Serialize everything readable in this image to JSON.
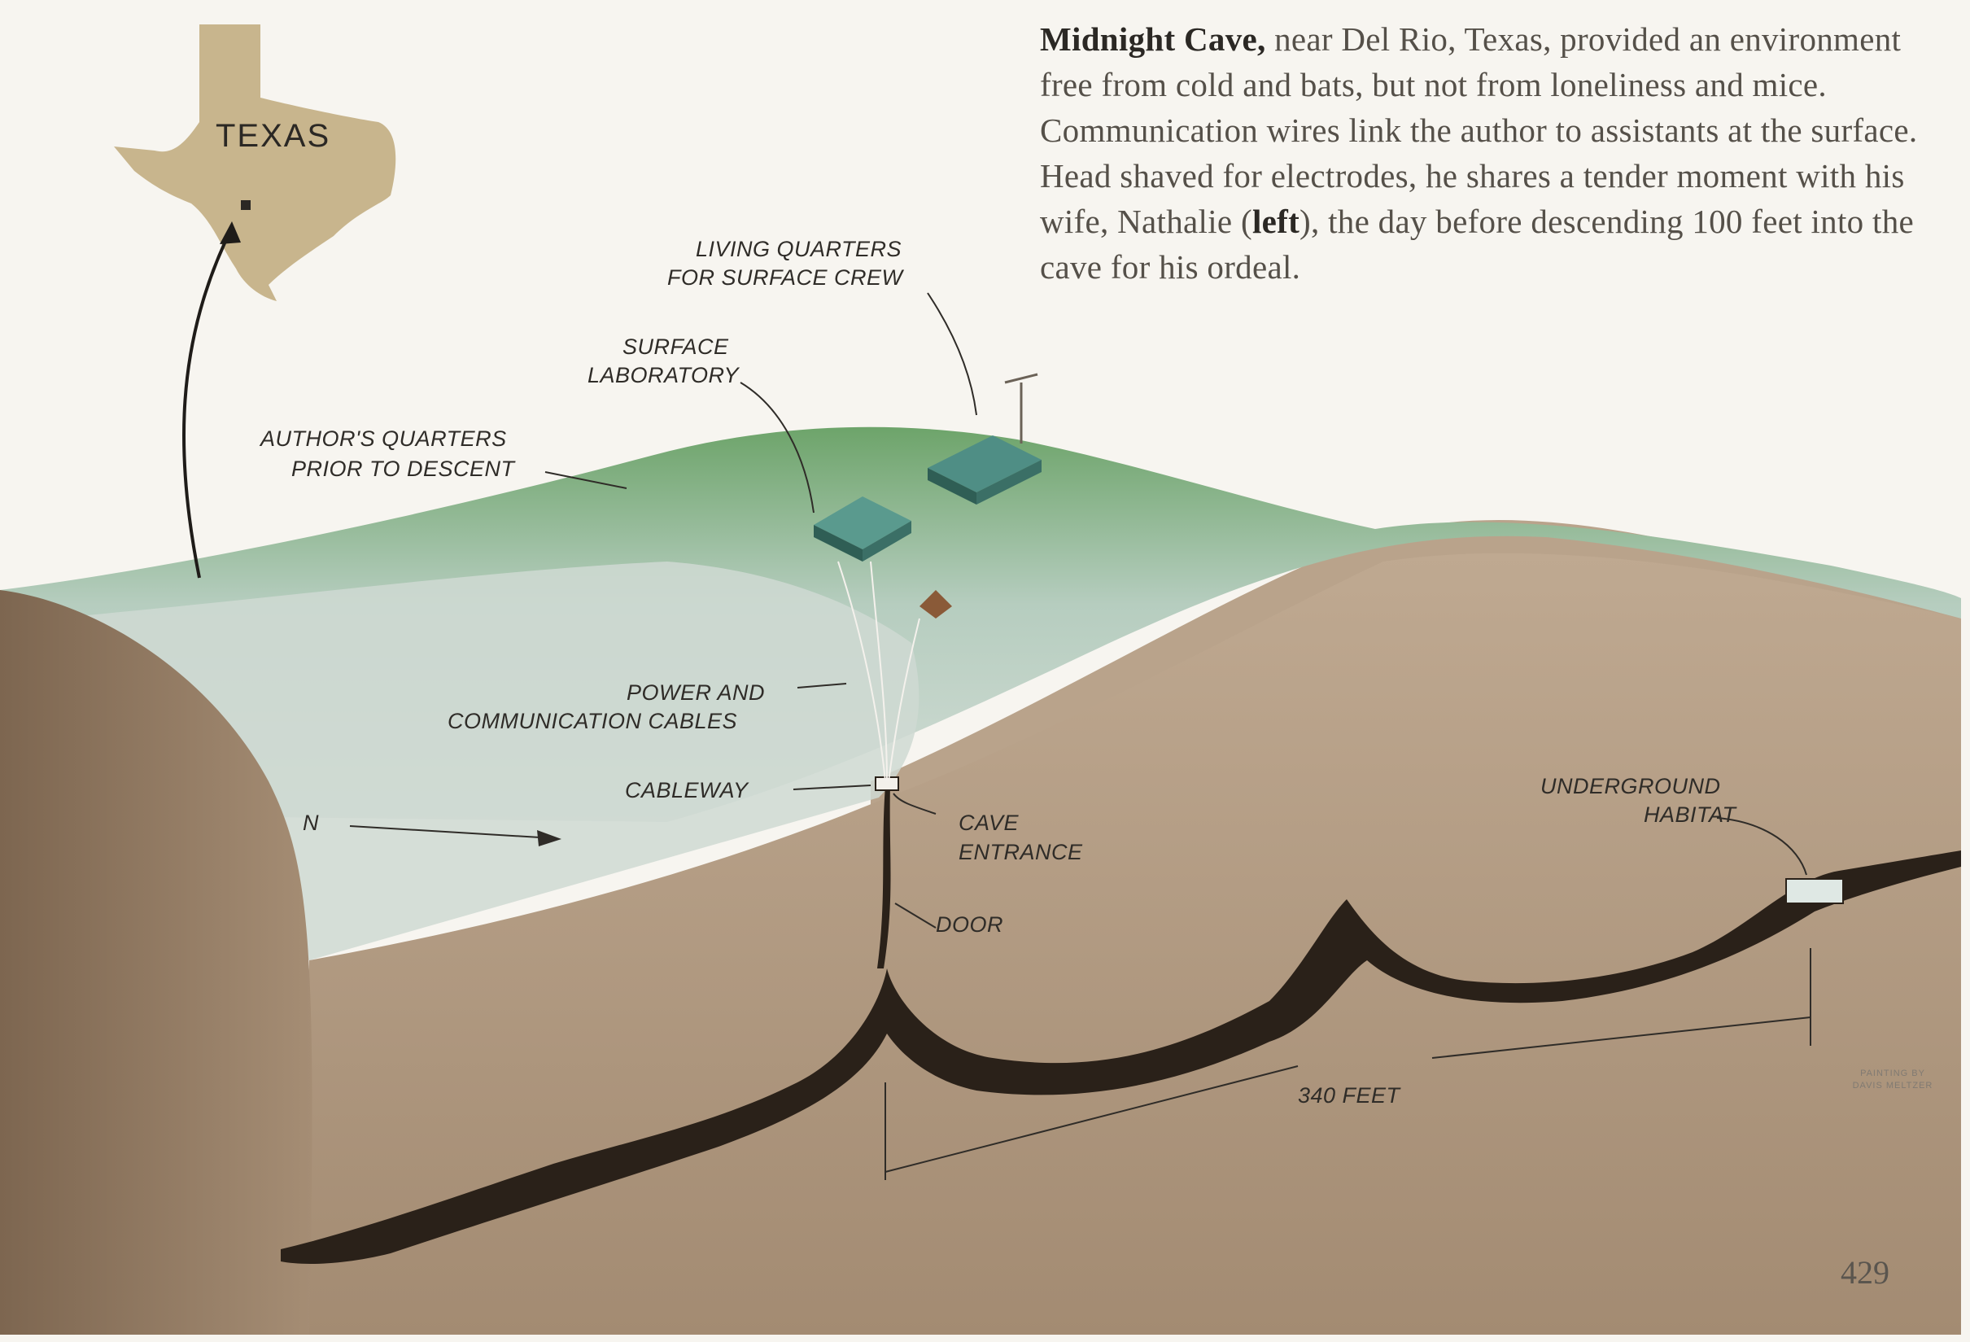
{
  "caption": {
    "lead": "Midnight Cave,",
    "text_before_bold": " near Del Rio, Texas, provided an environment free from cold and bats, but not from loneliness and mice. Communication wires link the author to assistants at the surface. Head shaved for electrodes, he shares a tender moment with his wife, Nathalie (",
    "bold": "left",
    "text_after_bold": "), the day before descending 100 feet into the cave for his ordeal."
  },
  "inset_map": {
    "state_label": "TEXAS"
  },
  "labels": {
    "living_quarters_1": "LIVING QUARTERS",
    "living_quarters_2": "FOR SURFACE CREW",
    "surface_lab_1": "SURFACE",
    "surface_lab_2": "LABORATORY",
    "authors_quarters_1": "AUTHOR'S QUARTERS",
    "authors_quarters_2": "PRIOR TO DESCENT",
    "power_cables_1": "POWER AND",
    "power_cables_2": "COMMUNICATION CABLES",
    "cableway": "CABLEWAY",
    "north": "N",
    "cave_entrance_1": "CAVE",
    "cave_entrance_2": "ENTRANCE",
    "door": "DOOR",
    "habitat_1": "UNDERGROUND",
    "habitat_2": "HABITAT",
    "distance": "340 FEET"
  },
  "credit": {
    "line1": "PAINTING BY",
    "line2": "DAVIS MELTZER"
  },
  "page_number": "429",
  "colors": {
    "vegetation": "#3f8f3c",
    "ground_light": "#c9d8cf",
    "earth": "#b39d87",
    "earth_dark": "#8d7760",
    "cave": "#2a2119",
    "texas": "#c8b58d"
  }
}
